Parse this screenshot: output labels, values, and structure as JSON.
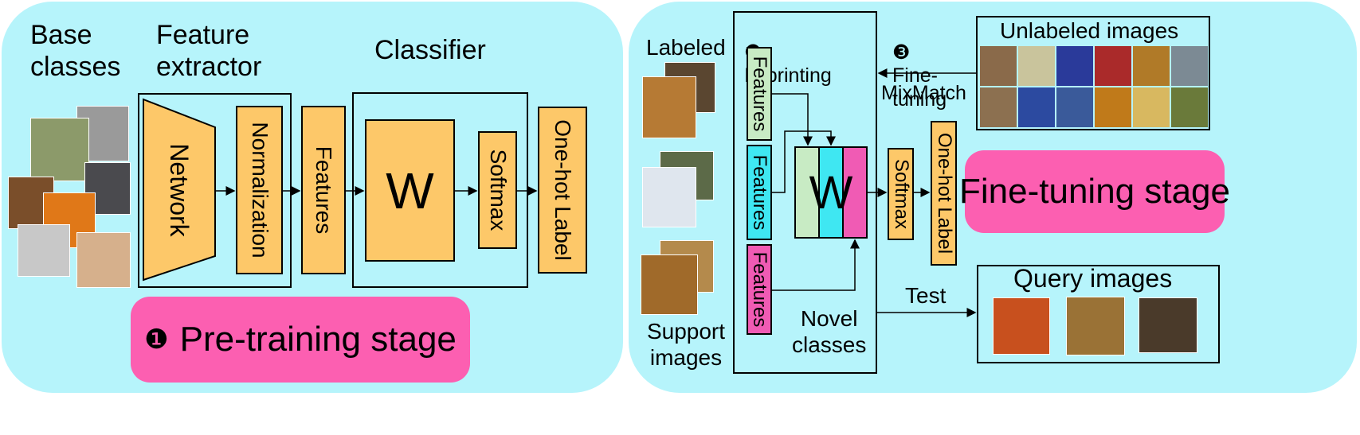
{
  "colors": {
    "panel_bg": "#b6f4fb",
    "block": "#fdc869",
    "stage_pill": "#fc5fb1",
    "feature_green": "#c8ebc4",
    "feature_cyan": "#3fe7f2",
    "feature_pink": "#f05bb4"
  },
  "pretraining": {
    "base_classes": "Base\nclasses",
    "feature_extractor": "Feature\nextractor",
    "classifier": "Classifier",
    "network": "Network",
    "normalization": "Normalization",
    "features": "Features",
    "w": "W",
    "softmax": "Softmax",
    "onehot": "One-hot Label",
    "stage_marker": "❶",
    "stage_label": "Pre-training stage"
  },
  "finetuning": {
    "labeled": "Labeled",
    "support_images": "Support\nimages",
    "imprinting_marker": "❷",
    "imprinting": "Imprinting",
    "finetune_marker": "❸",
    "finetune": "Fine-\ntuning",
    "unlabeled_images": "Unlabeled images",
    "mixmatch": "MixMatch",
    "features": [
      "Features",
      "Features",
      "Features"
    ],
    "w": "W",
    "softmax": "Softmax",
    "onehot": "One-hot Label",
    "stage_label": "Fine-tuning stage",
    "novel_classes": "Novel\nclasses",
    "test": "Test",
    "query_images": "Query images"
  }
}
